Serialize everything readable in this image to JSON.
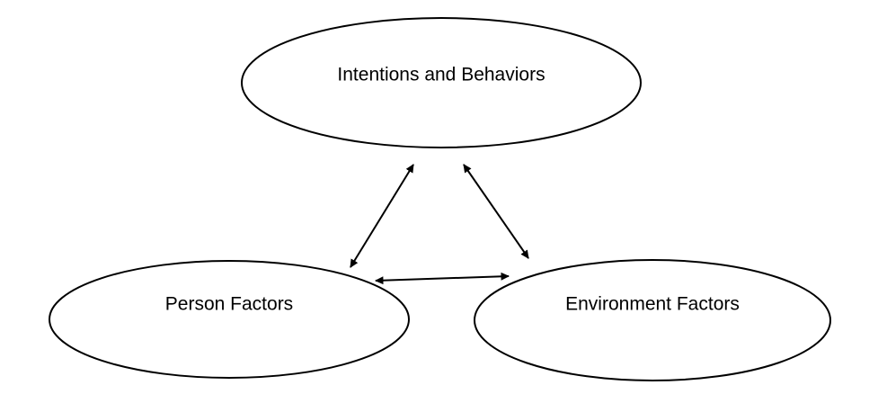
{
  "nodes": {
    "top": {
      "label": "Intentions and Behaviors"
    },
    "left": {
      "label": "Person Factors"
    },
    "right": {
      "label": "Environment Factors"
    }
  },
  "edges": [
    {
      "from": "left",
      "to": "top",
      "direction": "bidirectional"
    },
    {
      "from": "top",
      "to": "right",
      "direction": "bidirectional"
    },
    {
      "from": "left",
      "to": "right",
      "direction": "bidirectional"
    }
  ],
  "colors": {
    "stroke": "#000000",
    "fill": "#ffffff",
    "text": "#000000"
  }
}
